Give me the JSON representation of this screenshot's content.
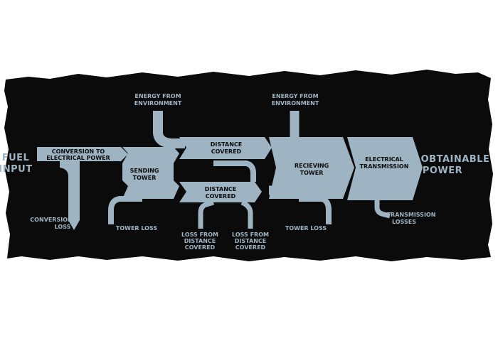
{
  "diagram": {
    "colors": {
      "background": "#ffffff",
      "brush": "#0b0b0b",
      "flow": "#9fb4c2",
      "label_outer": "#9fb4c2",
      "label_inner": "#0b0b0b"
    },
    "input": {
      "line1": "FUEL",
      "line2": "INPUT"
    },
    "output": {
      "line1": "OBTAINABLE",
      "line2": "POWER"
    },
    "energy_from_env_1": {
      "line1": "ENERGY FROM",
      "line2": "ENVIRONMENT"
    },
    "energy_from_env_2": {
      "line1": "ENERGY FROM",
      "line2": "ENVIRONMENT"
    },
    "conversion": {
      "line1": "CONVERSION TO",
      "line2": "ELECTRICAL POWER"
    },
    "conversion_loss": {
      "line1": "CONVERSION",
      "line2": "LOSS"
    },
    "sending_tower": {
      "line1": "SENDING",
      "line2": "TOWER"
    },
    "tower_loss_1": "TOWER LOSS",
    "distance_covered_upper": {
      "line1": "DISTANCE",
      "line2": "COVERED"
    },
    "distance_covered_lower": {
      "line1": "DISTANCE",
      "line2": "COVERED"
    },
    "loss_distance_1": {
      "line1": "LOSS FROM",
      "line2": "DISTANCE",
      "line3": "COVERED"
    },
    "loss_distance_2": {
      "line1": "LOSS FROM",
      "line2": "DISTANCE",
      "line3": "COVERED"
    },
    "receiving_tower": {
      "line1": "RECIEVING",
      "line2": "TOWER"
    },
    "tower_loss_2": "TOWER LOSS",
    "electrical_transmission": {
      "line1": "ELECTRICAL",
      "line2": "TRANSMISSION"
    },
    "transmission_losses": {
      "line1": "TRANSMISSION",
      "line2": "LOSSES"
    }
  }
}
